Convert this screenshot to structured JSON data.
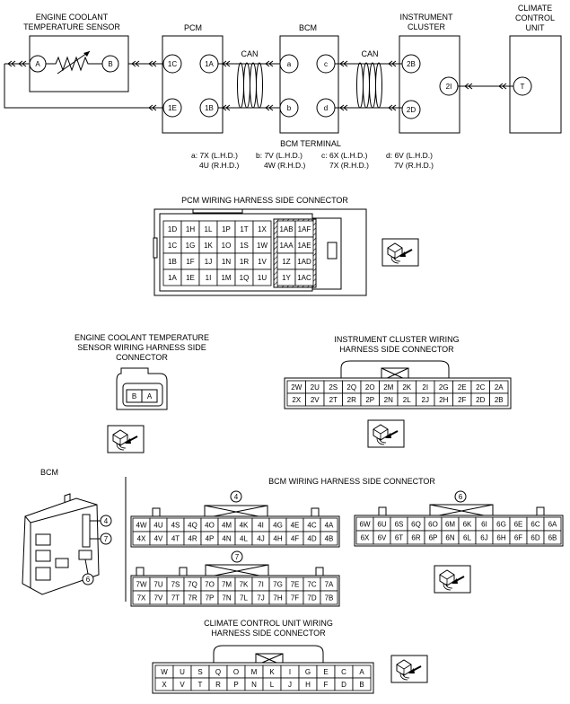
{
  "schematic": {
    "ect_sensor": {
      "title_line1": "ENGINE COOLANT",
      "title_line2": "TEMPERATURE SENSOR",
      "pin_a": "A",
      "pin_b": "B"
    },
    "pcm": {
      "title": "PCM",
      "pin_1c": "1C",
      "pin_1a": "1A",
      "pin_1e": "1E",
      "pin_1b": "1B"
    },
    "bcm": {
      "title": "BCM",
      "pin_a": "a",
      "pin_b": "b",
      "pin_c": "c",
      "pin_d": "d"
    },
    "cluster": {
      "title_line1": "INSTRUMENT",
      "title_line2": "CLUSTER",
      "pin_2b": "2B",
      "pin_2d": "2D",
      "pin_2i": "2I"
    },
    "climate": {
      "title_line1": "CLIMATE",
      "title_line2": "CONTROL",
      "title_line3": "UNIT",
      "pin_t": "T"
    },
    "can_label_1": "CAN",
    "can_label_2": "CAN",
    "terminal_title": "BCM TERMINAL",
    "term_a_1": "a: 7X (L.H.D.)",
    "term_a_2": "4U (R.H.D.)",
    "term_b_1": "b: 7V (L.H.D.)",
    "term_b_2": "4W (R.H.D.)",
    "term_c_1": "c: 6X (L.H.D.)",
    "term_c_2": "7X (R.H.D.)",
    "term_d_1": "d: 6V (L.H.D.)",
    "term_d_2": "7V (R.H.D.)"
  },
  "pcm_connector": {
    "title": "PCM WIRING HARNESS SIDE CONNECTOR",
    "rows": [
      [
        "1D",
        "1H",
        "1L",
        "1P",
        "1T",
        "1X"
      ],
      [
        "1C",
        "1G",
        "1K",
        "1O",
        "1S",
        "1W"
      ],
      [
        "1B",
        "1F",
        "1J",
        "1N",
        "1R",
        "1V"
      ],
      [
        "1A",
        "1E",
        "1I",
        "1M",
        "1Q",
        "1U"
      ]
    ],
    "right_rows": [
      [
        "1AB",
        "1AF"
      ],
      [
        "1AA",
        "1AE"
      ],
      [
        "1Z",
        "1AD"
      ],
      [
        "1Y",
        "1AC"
      ]
    ]
  },
  "ect_connector": {
    "title_line1": "ENGINE COOLANT TEMPERATURE",
    "title_line2": "SENSOR WIRING HARNESS SIDE",
    "title_line3": "CONNECTOR",
    "pin_b": "B",
    "pin_a": "A"
  },
  "cluster_connector": {
    "title_line1": "INSTRUMENT CLUSTER WIRING",
    "title_line2": "HARNESS SIDE CONNECTOR",
    "row1": [
      "2W",
      "2U",
      "2S",
      "2Q",
      "2O",
      "2M",
      "2K",
      "2I",
      "2G",
      "2E",
      "2C",
      "2A"
    ],
    "row2": [
      "2X",
      "2V",
      "2T",
      "2R",
      "2P",
      "2N",
      "2L",
      "2J",
      "2H",
      "2F",
      "2D",
      "2B"
    ]
  },
  "bcm_location": {
    "title": "BCM",
    "callout_4": "4",
    "callout_7": "7",
    "callout_6": "6"
  },
  "bcm_connectors": {
    "title": "BCM WIRING HARNESS SIDE CONNECTOR",
    "c4": {
      "number": "4",
      "row1": [
        "4W",
        "4U",
        "4S",
        "4Q",
        "4O",
        "4M",
        "4K",
        "4I",
        "4G",
        "4E",
        "4C",
        "4A"
      ],
      "row2": [
        "4X",
        "4V",
        "4T",
        "4R",
        "4P",
        "4N",
        "4L",
        "4J",
        "4H",
        "4F",
        "4D",
        "4B"
      ]
    },
    "c6": {
      "number": "6",
      "row1": [
        "6W",
        "6U",
        "6S",
        "6Q",
        "6O",
        "6M",
        "6K",
        "6I",
        "6G",
        "6E",
        "6C",
        "6A"
      ],
      "row2": [
        "6X",
        "6V",
        "6T",
        "6R",
        "6P",
        "6N",
        "6L",
        "6J",
        "6H",
        "6F",
        "6D",
        "6B"
      ]
    },
    "c7": {
      "number": "7",
      "row1": [
        "7W",
        "7U",
        "7S",
        "7Q",
        "7O",
        "7M",
        "7K",
        "7I",
        "7G",
        "7E",
        "7C",
        "7A"
      ],
      "row2": [
        "7X",
        "7V",
        "7T",
        "7R",
        "7P",
        "7N",
        "7L",
        "7J",
        "7H",
        "7F",
        "7D",
        "7B"
      ]
    }
  },
  "climate_connector": {
    "title_line1": "CLIMATE CONTROL UNIT WIRING",
    "title_line2": "HARNESS SIDE CONNECTOR",
    "row1": [
      "W",
      "U",
      "S",
      "Q",
      "O",
      "M",
      "K",
      "I",
      "G",
      "E",
      "C",
      "A"
    ],
    "row2": [
      "X",
      "V",
      "T",
      "R",
      "P",
      "N",
      "L",
      "J",
      "H",
      "F",
      "D",
      "B"
    ]
  }
}
